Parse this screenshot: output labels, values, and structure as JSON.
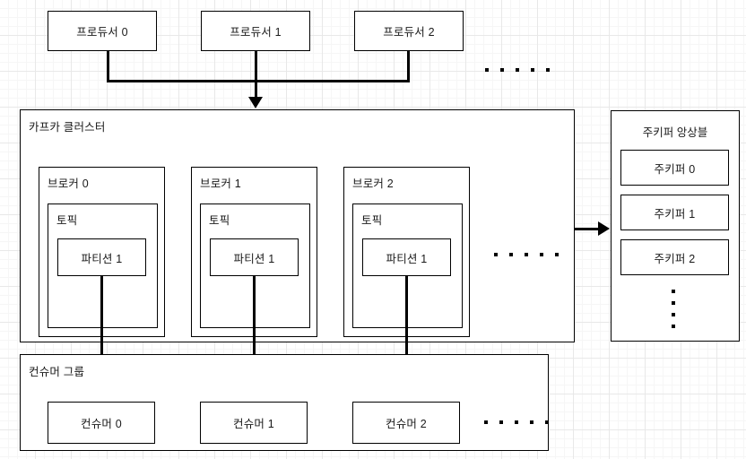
{
  "diagram": {
    "title": "Kafka architecture diagram",
    "colors": {
      "stroke": "#000000",
      "fill": "#ffffff",
      "grid_minor": "#f6f6f6",
      "grid_major": "#e8e8e8",
      "text": "#1a1a1a"
    },
    "producers": {
      "items": [
        {
          "label": "프로듀서 0"
        },
        {
          "label": "프로듀서 1"
        },
        {
          "label": "프로듀서 2"
        }
      ],
      "ellipsis_dots": 5
    },
    "kafka_cluster": {
      "label": "카프카 클러스터",
      "ellipsis_dots": 5,
      "brokers": [
        {
          "label": "브로커 0",
          "topic": {
            "label": "토픽",
            "partition": {
              "label": "파티션 1"
            }
          }
        },
        {
          "label": "브로커 1",
          "topic": {
            "label": "토픽",
            "partition": {
              "label": "파티션 1"
            }
          }
        },
        {
          "label": "브로커 2",
          "topic": {
            "label": "토픽",
            "partition": {
              "label": "파티션 1"
            }
          }
        }
      ]
    },
    "zookeeper_ensemble": {
      "label": "주키퍼 앙상블",
      "items": [
        {
          "label": "주키퍼 0"
        },
        {
          "label": "주키퍼 1"
        },
        {
          "label": "주키퍼 2"
        }
      ],
      "ellipsis_dots": 4
    },
    "consumer_group": {
      "label": "컨슈머 그룹",
      "ellipsis_dots": 5,
      "items": [
        {
          "label": "컨슈머 0"
        },
        {
          "label": "컨슈머 1"
        },
        {
          "label": "컨슈머 2"
        }
      ]
    }
  }
}
